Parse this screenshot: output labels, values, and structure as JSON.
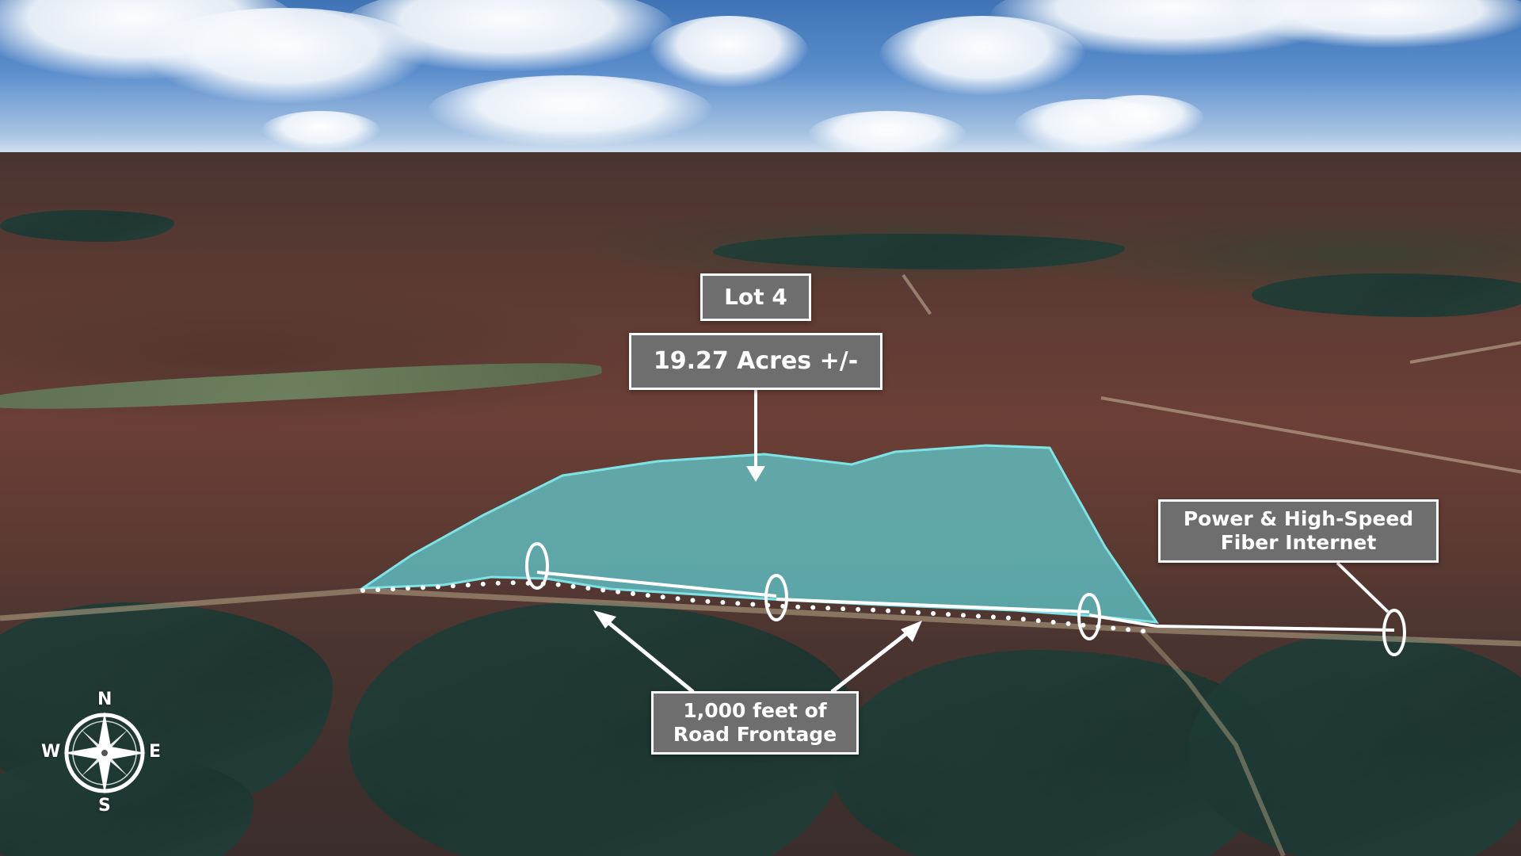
{
  "labels": {
    "lot": "Lot 4",
    "acreage": "19.27 Acres +/-",
    "utilities_line1": "Power & High-Speed",
    "utilities_line2": "Fiber Internet",
    "frontage_line1": "1,000 feet of",
    "frontage_line2": "Road Frontage"
  },
  "compass": {
    "north": "N",
    "south": "S",
    "east": "E",
    "west": "W"
  },
  "colors": {
    "parcel_fill": "#5fd0d6",
    "parcel_outline": "#7fe3e6",
    "label_bg": "#6e6e6e",
    "label_border": "#ffffff"
  }
}
